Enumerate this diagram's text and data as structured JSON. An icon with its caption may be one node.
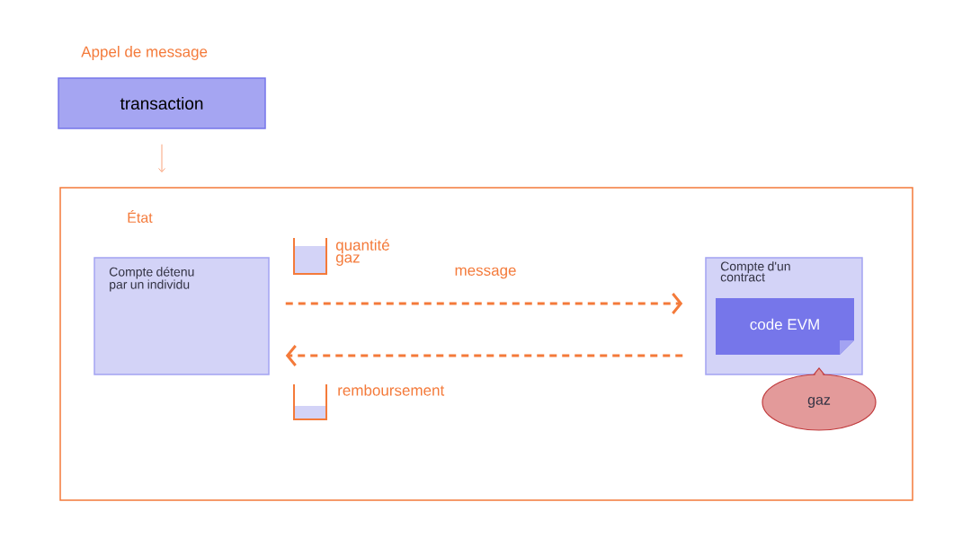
{
  "diagram": {
    "nodes": [
      {
        "text": [
          "Appel de message",
          "transaction"
        ]
      },
      {
        "text": [
          "État"
        ]
      },
      {
        "text": [
          "Compte détenu par un individu"
        ],
        "in": 1
      },
      {
        "text": [
          "Compte d'un contract"
        ],
        "in": 1
      },
      {
        "text": [
          "code EVM"
        ],
        "in": 3
      },
      {
        "text": [
          "gaz"
        ],
        "in": 1
      }
    ],
    "edges": [
      {
        "from": 0,
        "to": 1,
        "arrow": "to"
      },
      {
        "from": 2,
        "to": 3,
        "arrow": "to",
        "label": "message",
        "style": "dashed"
      },
      {
        "from": 3,
        "to": 2,
        "arrow": "to",
        "style": "dashed"
      }
    ],
    "labels": [
      "quantité gaz",
      "remboursement"
    ]
  }
}
